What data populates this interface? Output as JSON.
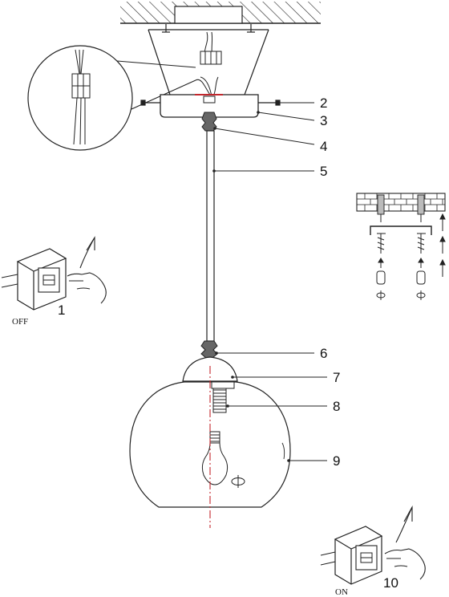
{
  "diagram": {
    "callouts": [
      "1",
      "2",
      "3",
      "4",
      "5",
      "6",
      "7",
      "8",
      "9",
      "10"
    ],
    "switch_off_label": "OFF",
    "switch_on_label": "ON"
  }
}
